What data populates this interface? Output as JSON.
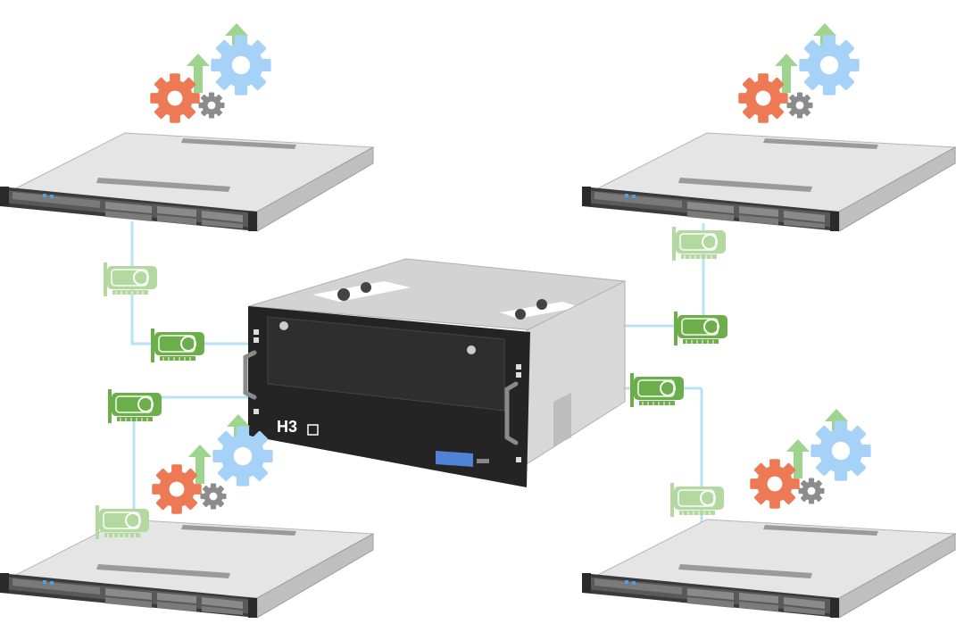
{
  "diagram": {
    "chassis_logo": "H3",
    "colors": {
      "link": "#b7e3f6",
      "gpu_active": "#6cae4a",
      "gpu_faded": "#b3d9a0",
      "gear_orange": "#ee7a55",
      "gear_blue": "#a7d2f7",
      "gear_gray": "#8c8c8c",
      "arrow_green": "#9ed48e",
      "chassis_dark": "#242424",
      "server_body": "#d9d9d9",
      "lcd_blue": "#4f83d6"
    },
    "servers": [
      "server-top-left",
      "server-top-right",
      "server-bottom-left",
      "server-bottom-right"
    ],
    "icons": [
      "gpu-card-icon",
      "gear-icon",
      "up-arrow-icon",
      "server-icon",
      "gpu-chassis-icon"
    ]
  }
}
